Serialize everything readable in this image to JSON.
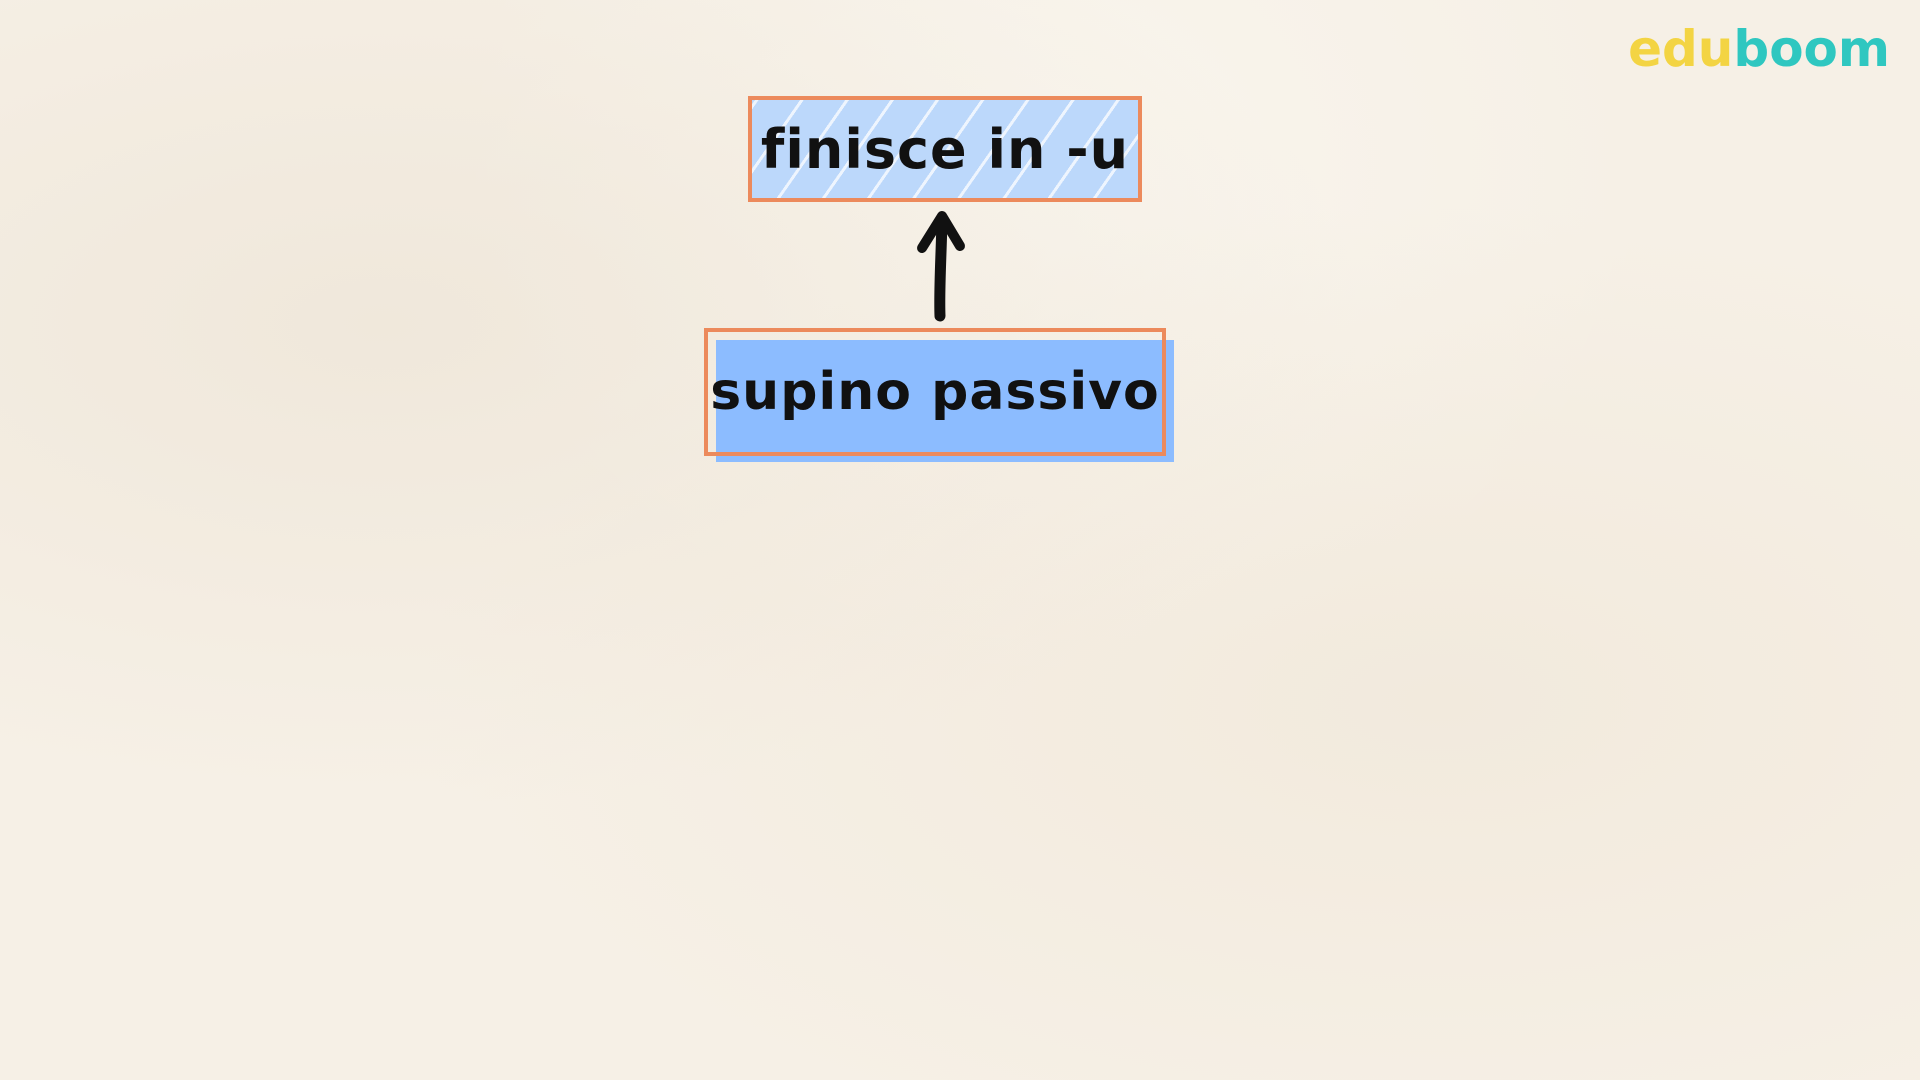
{
  "logo": {
    "part1": "edu",
    "part2": "boom",
    "colors": {
      "part1": "#f3d443",
      "part2": "#2fc7c0"
    }
  },
  "diagram": {
    "top_box": {
      "label": "finisce in -u",
      "fill_color": "#bcd8fb",
      "border_color": "#ec8a5c"
    },
    "bottom_box": {
      "label": "supino passivo",
      "fill_color": "#8cbcff",
      "border_color": "#ec8a5c"
    },
    "arrow": {
      "direction": "up",
      "color": "#111111"
    }
  }
}
